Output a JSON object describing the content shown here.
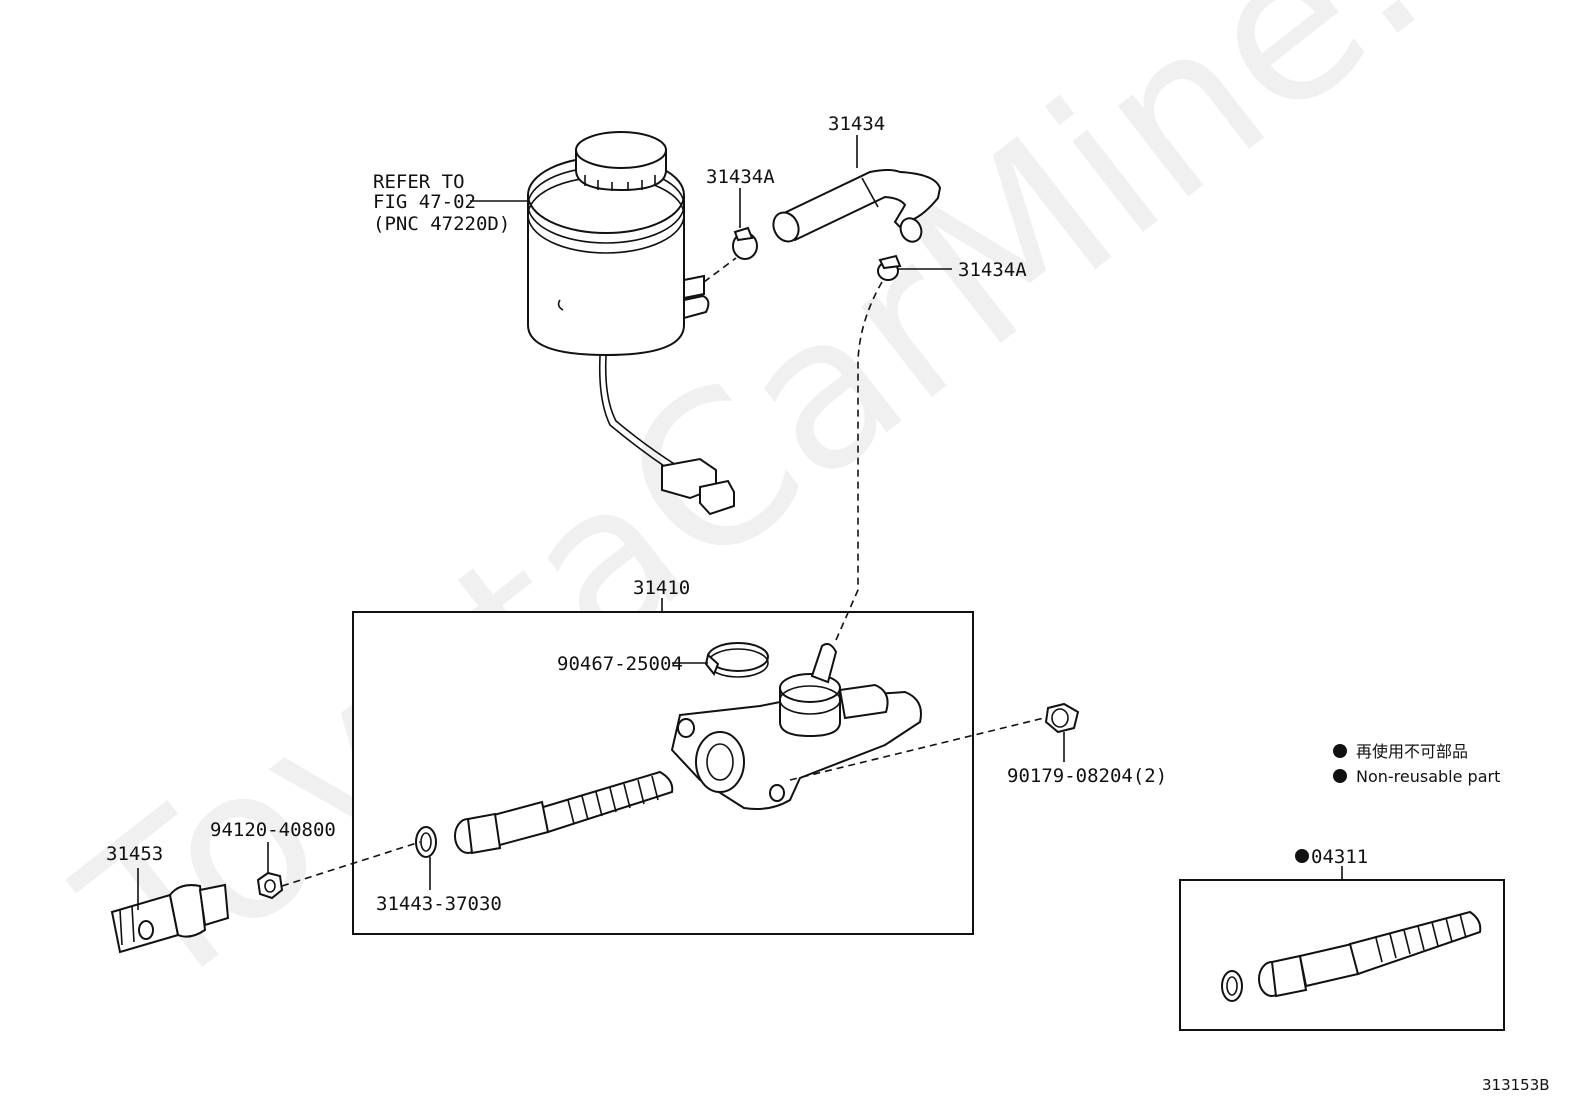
{
  "watermark": "ToyotaCarMine.ru",
  "reference": {
    "line1": "REFER TO",
    "line2": "FIG 47-02",
    "line3": "(PNC 47220D)"
  },
  "parts": {
    "hose": "31434",
    "clamp_upper": "31434A",
    "clamp_lower": "31434A",
    "master_cylinder_assy": "31410",
    "hose_clamp": "90467-25004",
    "nut": "90179-08204(2)",
    "lock_nut": "94120-40800",
    "clevis": "31453",
    "snap_ring": "31443-37030",
    "repair_kit": "04311"
  },
  "legend": {
    "japanese": "再使用不可部品",
    "english": "Non-reusable part"
  },
  "figure_id": "313153B"
}
